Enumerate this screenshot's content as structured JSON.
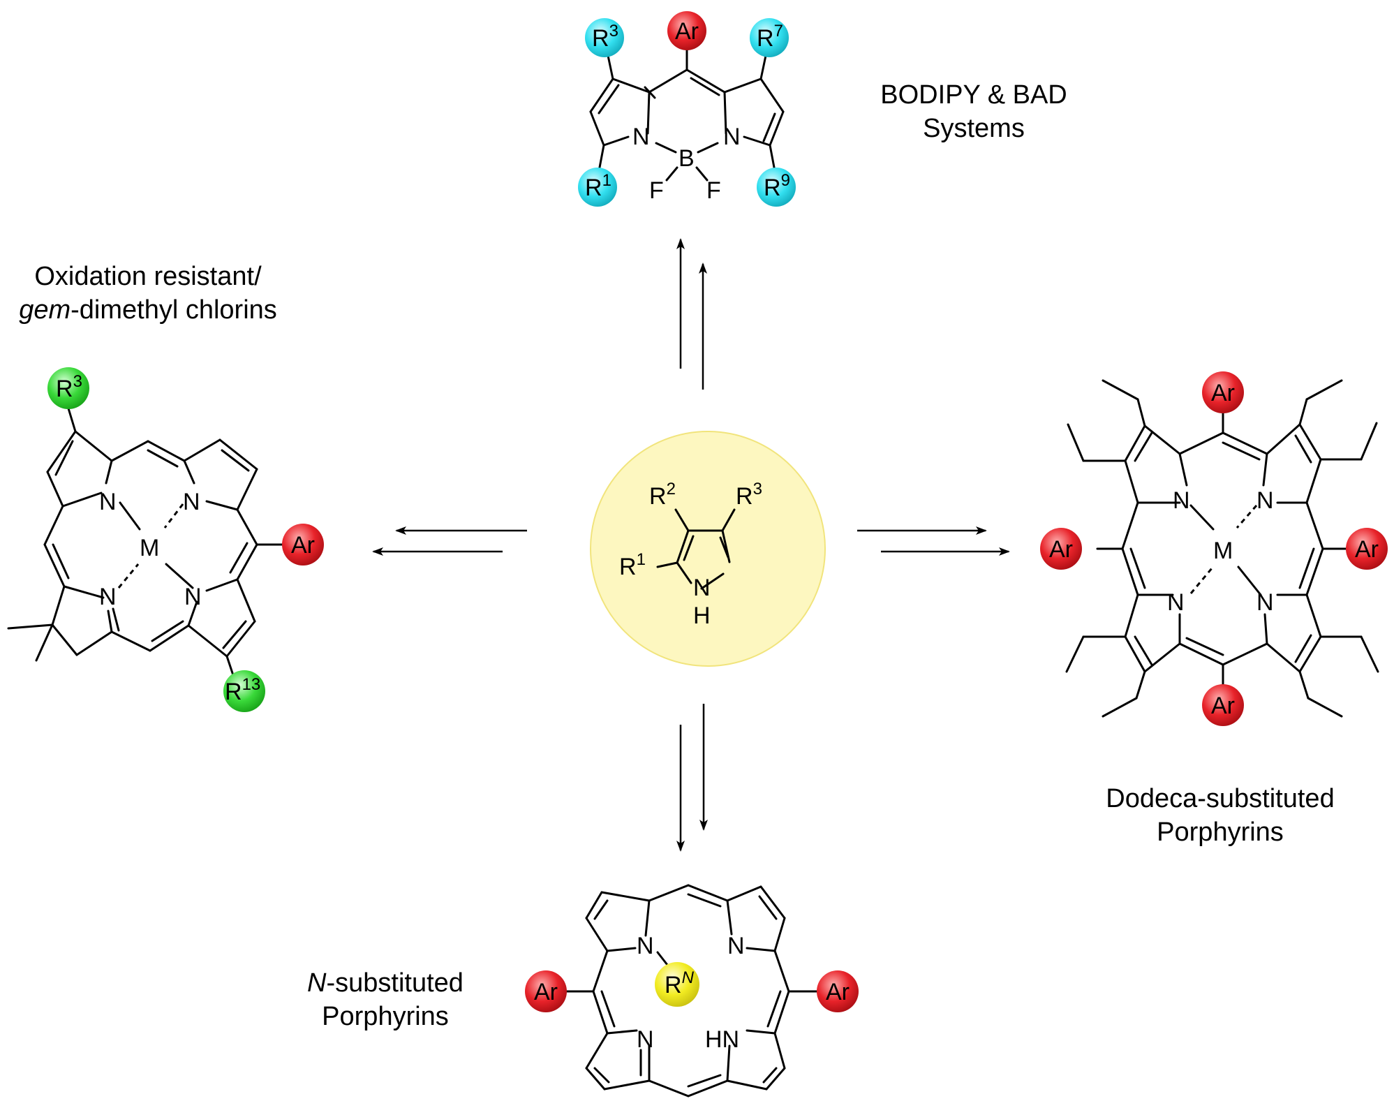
{
  "captions": {
    "bodipy_line1": "BODIPY & BAD",
    "bodipy_line2": "Systems",
    "chlorin_line1": "Oxidation resistant/",
    "chlorin_line2_italic": "gem",
    "chlorin_line2_rest": "-dimethyl chlorins",
    "dodeca_line1": "Dodeca-substituted",
    "dodeca_line2": "Porphyrins",
    "nsub_line1_italic": "N",
    "nsub_line1_rest": "-substituted",
    "nsub_line2": "Porphyrins"
  },
  "labels": {
    "r": "R",
    "ar": "Ar",
    "n": "N",
    "b": "B",
    "f": "F",
    "m": "M",
    "h": "H",
    "hn": "HN",
    "one": "1",
    "two": "2",
    "three": "3",
    "seven": "7",
    "nine": "9",
    "thirteen": "13",
    "n_italic": "N"
  },
  "colors": {
    "ar_badge": "#e8232a",
    "bodipy_r_badge": "#33e0f0",
    "chlorin_r_badge": "#3ad93a",
    "nsub_r_badge": "#f2ec22",
    "center_circle": "#fdf7c0",
    "center_circle_edge": "#f1e47c"
  }
}
